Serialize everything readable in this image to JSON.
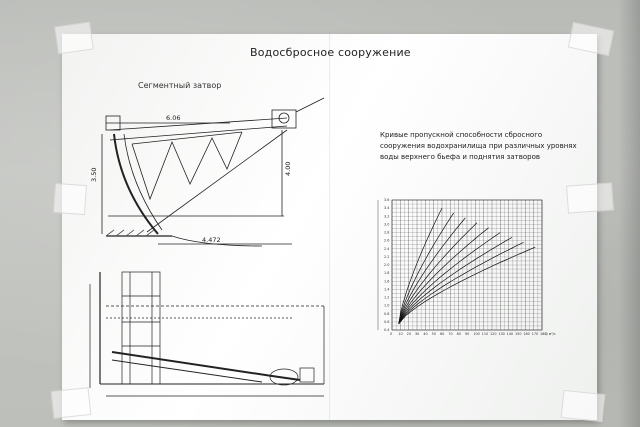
{
  "sheet": {
    "title": "Водосбросное сооружение",
    "gate_label": "Сегментный затвор",
    "curves_caption": "Кривые пропускной способности сбросного сооружения водохранилища при различных уровнях воды верхнего бьефа и поднятия затворов"
  },
  "gate_drawing": {
    "dim_top": "6.06",
    "dim_left": "3.50",
    "dim_right": "4.00",
    "dim_bottom": "4.472"
  },
  "chart_data": {
    "type": "line",
    "x_ticks": [
      "0",
      "10",
      "20",
      "30",
      "40",
      "50",
      "60",
      "70",
      "80",
      "90",
      "100",
      "110",
      "120",
      "130",
      "140",
      "150",
      "160",
      "170",
      "180"
    ],
    "x_unit": "Q м³/с",
    "y_ticks": [
      "0.4",
      "0.6",
      "0.8",
      "1.0",
      "1.2",
      "1.4",
      "1.6",
      "1.8",
      "2.0",
      "2.2",
      "2.4",
      "2.6",
      "2.8",
      "3.0",
      "3.2",
      "3.4",
      "3.6"
    ],
    "xlim": [
      0,
      180
    ],
    "ylim": [
      0.4,
      3.6
    ],
    "grid": true,
    "series_count": 9
  },
  "colors": {
    "paper": "#ffffff",
    "ink": "#222222",
    "wall": "#bfc1bd",
    "hatch": "#555555"
  }
}
